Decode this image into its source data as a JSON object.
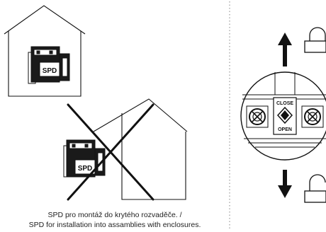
{
  "left_panel": {
    "spd_label": "SPD",
    "caption_line1": "SPD pro montáž do krytého rozvaděče. /",
    "caption_line2": "SPD for installation into assamblies with enclosures."
  },
  "right_panel": {
    "lock_label_close": "CLOSE",
    "lock_label_open": "OPEN",
    "arrow_up_icon": "arrow-up-icon",
    "arrow_down_icon": "arrow-down-icon",
    "padlock_closed_icon": "padlock-closed-icon",
    "padlock_open_icon": "padlock-open-icon"
  },
  "colors": {
    "line": "#111111",
    "divider": "#9a9a9a"
  }
}
